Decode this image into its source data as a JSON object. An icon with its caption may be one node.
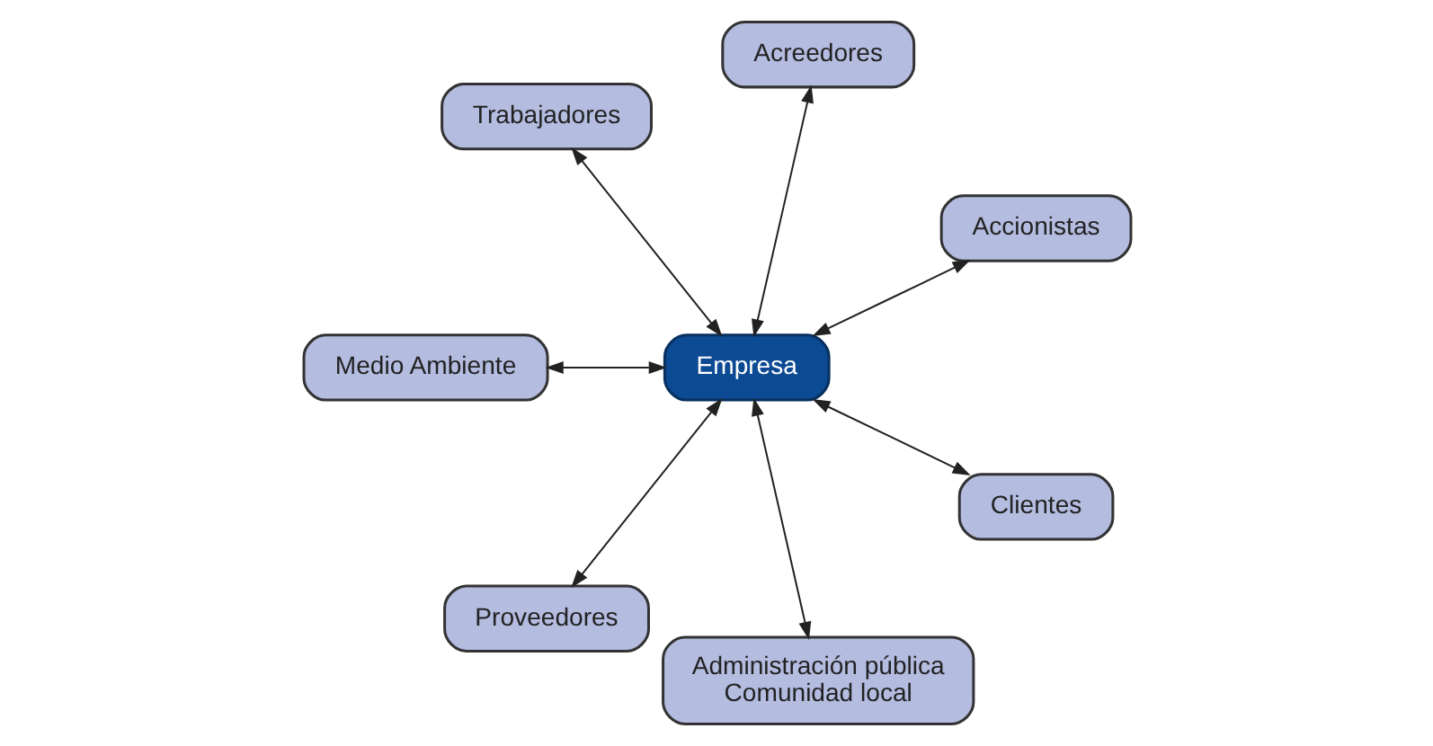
{
  "diagram": {
    "nodes": [
      {
        "text": [
          "Accionistas"
        ]
      },
      {
        "text": [
          "Acreedores"
        ]
      },
      {
        "text": [
          "Trabajadores"
        ]
      },
      {
        "text": [
          "Medio Ambiente"
        ]
      },
      {
        "text": [
          "Empresa"
        ]
      },
      {
        "text": [
          "Proveedores"
        ]
      },
      {
        "text": [
          "Administración pública Comunidad local"
        ]
      },
      {
        "text": [
          "Clientes"
        ]
      }
    ],
    "edges": [
      {
        "from": 4,
        "to": 0,
        "arrow": "both"
      },
      {
        "from": 4,
        "to": 1,
        "arrow": "both"
      },
      {
        "from": 4,
        "to": 2,
        "arrow": "both"
      },
      {
        "from": 4,
        "to": 5,
        "arrow": "both"
      },
      {
        "from": 4,
        "to": 7,
        "arrow": "both"
      },
      {
        "from": 4,
        "to": 6,
        "arrow": "both"
      },
      {
        "from": 4,
        "to": 3,
        "arrow": "both"
      }
    ]
  }
}
